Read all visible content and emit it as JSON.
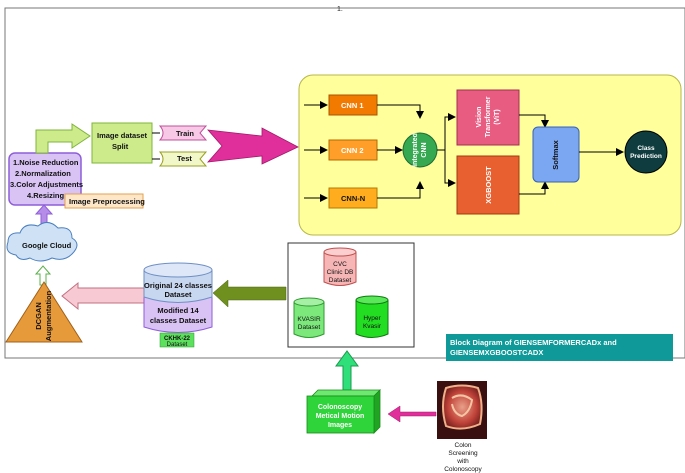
{
  "page_number": "1.",
  "preprocessing": {
    "steps": [
      "1.Noise Reduction",
      "2.Normalization",
      "3.Color Adjustments",
      "4.Resizing"
    ],
    "label": "Image Preprocessing"
  },
  "split": {
    "line1": "Image dataset",
    "line2": "Split",
    "train": "Train",
    "test": "Test"
  },
  "cloud": "Google Cloud",
  "augmentation": {
    "line1": "DCGAN",
    "line2": "Augmentation"
  },
  "cylinder": {
    "top_line1": "Original 24 classes",
    "top_line2": "Dataset",
    "bottom_line1": "Modified 14",
    "bottom_line2": "classes Dataset"
  },
  "ckhk": {
    "line1": "CKHK-22",
    "line2": "Dataset"
  },
  "datasets": {
    "cvc": [
      "CVC",
      "Clinic DB",
      "Dataset"
    ],
    "kvasir": [
      "KVASIR",
      "Dataset"
    ],
    "hyper": [
      "Hyper",
      "Kvasir"
    ]
  },
  "model": {
    "cnn1": "CNN 1",
    "cnn2": "CNN 2",
    "cnnn": "CNN-N",
    "integrated": [
      "Integrated",
      "CNN"
    ],
    "vit": [
      "Vision",
      "Transformer",
      "(ViT)"
    ],
    "xgb": "XGBOOST",
    "softmax": "Softmax",
    "class_pred": [
      "Class",
      "Prediction"
    ]
  },
  "caption": [
    "Block Diagram of GIENSEMFORMERCADx and",
    "GIENSEMXGBOOSTCADX"
  ],
  "colonoscopy": [
    "Colonoscopy",
    "Metical Motion",
    "Images"
  ],
  "colon": [
    "Colon",
    "Screening",
    "with",
    "Colonoscopy"
  ],
  "colors": {
    "preprocess_fill": "#d9c3f5",
    "preprocess_stroke": "#8e5ed8",
    "split_fill": "#cdeb8b",
    "model_bg": "#ffff9c",
    "cnn": "#f27a00",
    "cnn2": "#ff9f2a",
    "cnnn": "#ffad1f",
    "integrated": "#36a852",
    "vit": "#e85c82",
    "xgb": "#e8602f",
    "softmax": "#7aa6f2",
    "class_pred": "#0f3d3f",
    "caption_bg": "#0f9999",
    "colonoscopy_fill": "#2fd33a",
    "cylinder_top": "#c8d7f0",
    "cylinder_bottom": "#d9c3f5",
    "ckhk_fill": "#5de05d",
    "arrow_magenta": "#e02f9a",
    "arrow_olive": "#6f8f1f",
    "arrow_pink_light": "#f7c9d3",
    "triangle_fill": "#e69a3a"
  }
}
